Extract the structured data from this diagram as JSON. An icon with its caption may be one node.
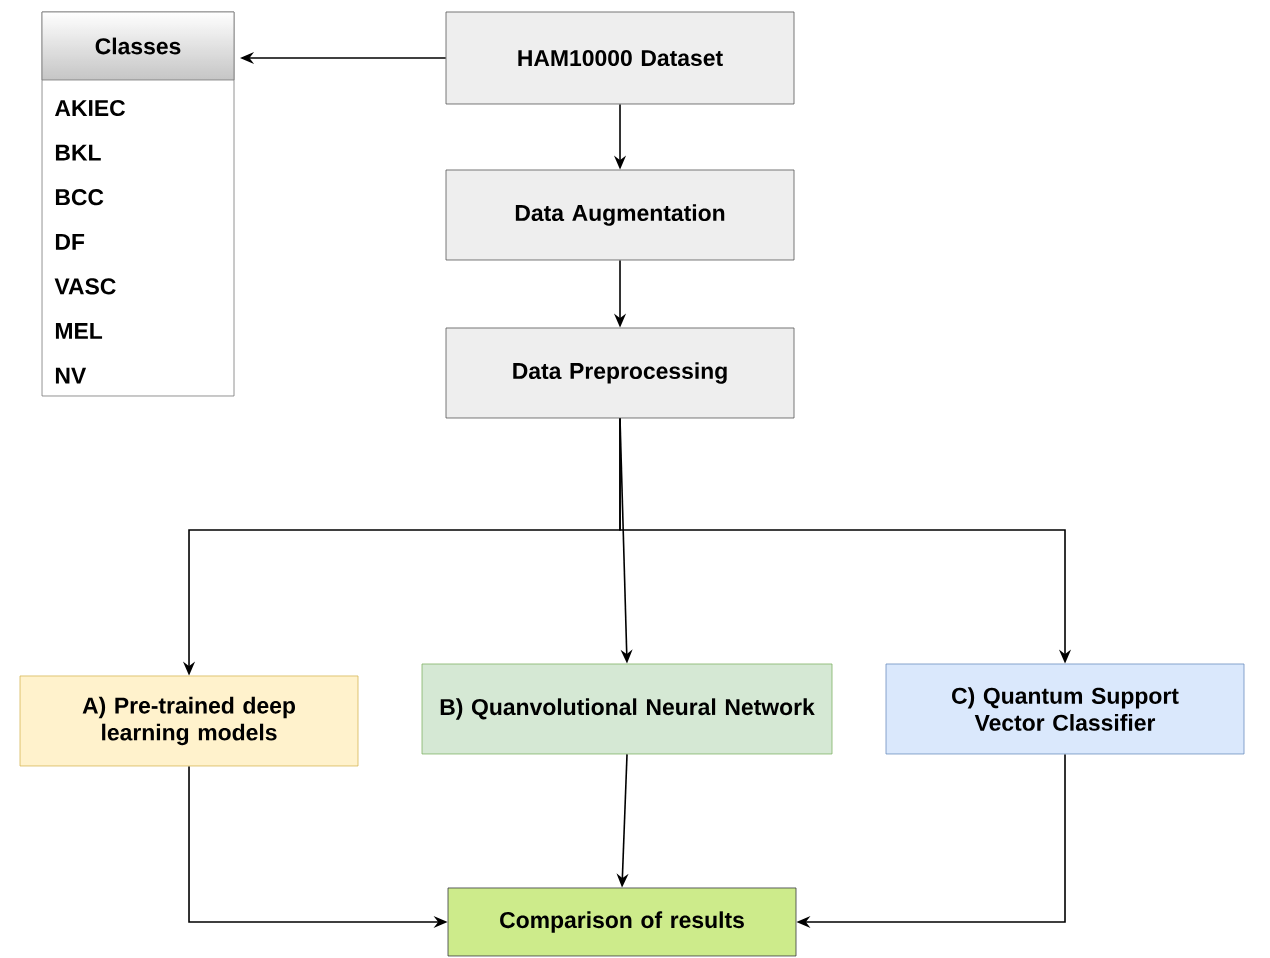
{
  "diagram": {
    "nodes": [
      {
        "text": [
          "Classes",
          "AKIEC",
          "BKL",
          "BCC",
          "DF",
          "VASC",
          "MEL",
          "NV"
        ]
      },
      {
        "text": [
          "HAM10000 Dataset"
        ]
      },
      {
        "text": [
          "Data Augmentation"
        ]
      },
      {
        "text": [
          "Data Preprocessing"
        ]
      },
      {
        "text": [
          "A) Pre-trained deep learning models"
        ]
      },
      {
        "text": [
          "B) Quanvolutional Neural Network"
        ]
      },
      {
        "text": [
          "C) Quantum Support Vector Classifier"
        ]
      },
      {
        "text": [
          "Comparison of results"
        ]
      }
    ],
    "edges": [
      {
        "from": 1,
        "to": 0,
        "arrow": "to"
      },
      {
        "from": 1,
        "to": 2,
        "arrow": "to"
      },
      {
        "from": 2,
        "to": 3,
        "arrow": "to"
      },
      {
        "from": 3,
        "to": 4,
        "arrow": "to"
      },
      {
        "from": 3,
        "to": 5,
        "arrow": "to"
      },
      {
        "from": 3,
        "to": 6,
        "arrow": "to"
      },
      {
        "from": 4,
        "to": 7,
        "arrow": "to"
      },
      {
        "from": 5,
        "to": 7,
        "arrow": "to"
      },
      {
        "from": 6,
        "to": 7,
        "arrow": "to"
      }
    ]
  }
}
